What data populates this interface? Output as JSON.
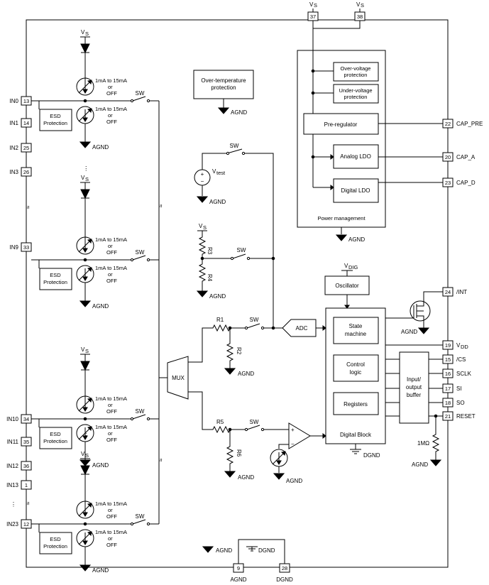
{
  "labels": {
    "vs": "V",
    "vs_sub": "S",
    "agnd": "AGND",
    "dgnd": "DGND",
    "sw": "SW",
    "esd_1": "ESD",
    "esd_2": "Protection",
    "cs_1": "1mA to 15mA",
    "cs_2": "or",
    "cs_3": "OFF",
    "dots": "⋮",
    "over_temp_1": "Over-temperature",
    "over_temp_2": "protection",
    "over_volt_1": "Over-voltage",
    "over_volt_2": "protection",
    "under_volt_1": "Under-voltage",
    "under_volt_2": "protection",
    "pre_reg": "Pre-regulator",
    "analog_ldo": "Analog LDO",
    "digital_ldo": "Digital LDO",
    "power_mgmt": "Power management",
    "vtest": "V",
    "vtest_sub": "test",
    "r3": "R3",
    "r4": "R4",
    "r1": "R1",
    "r2": "R2",
    "r5": "R5",
    "r6": "R6",
    "mux": "MUX",
    "adc": "ADC",
    "vdig": "V",
    "vdig_sub": "DIG",
    "oscillator": "Oscillator",
    "state_1": "State",
    "state_2": "machine",
    "control_1": "Control",
    "control_2": "logic",
    "registers": "Registers",
    "digital_block": "Digital Block",
    "io_1": "Input/",
    "io_2": "output",
    "io_3": "buffer",
    "res_1m": "1MΩ",
    "plus": "+",
    "minus": "−",
    "break": "≈"
  },
  "pins_left": [
    {
      "name": "IN0",
      "num": "13"
    },
    {
      "name": "IN1",
      "num": "14"
    },
    {
      "name": "IN2",
      "num": "25"
    },
    {
      "name": "IN3",
      "num": "26"
    },
    {
      "name": "IN9",
      "num": "33"
    },
    {
      "name": "IN10",
      "num": "34"
    },
    {
      "name": "IN11",
      "num": "35"
    },
    {
      "name": "IN12",
      "num": "36"
    },
    {
      "name": "IN13",
      "num": "1"
    },
    {
      "name": "IN23",
      "num": "12"
    }
  ],
  "pins_right": [
    {
      "name": "CAP_PRE",
      "num": "22"
    },
    {
      "name": "CAP_A",
      "num": "20"
    },
    {
      "name": "CAP_D",
      "num": "23"
    },
    {
      "name": "/INT",
      "num": "24"
    },
    {
      "name": "V",
      "sub": "DD",
      "num": "19"
    },
    {
      "name": "/CS",
      "num": "15"
    },
    {
      "name": "SCLK",
      "num": "16"
    },
    {
      "name": "SI",
      "num": "17"
    },
    {
      "name": "SO",
      "num": "18"
    },
    {
      "name": "RESET",
      "num": "21"
    }
  ],
  "pins_top": [
    {
      "num": "37"
    },
    {
      "num": "38"
    }
  ],
  "pins_bottom": [
    {
      "name": "AGND",
      "num": "9"
    },
    {
      "name": "DGND",
      "num": "28"
    }
  ]
}
